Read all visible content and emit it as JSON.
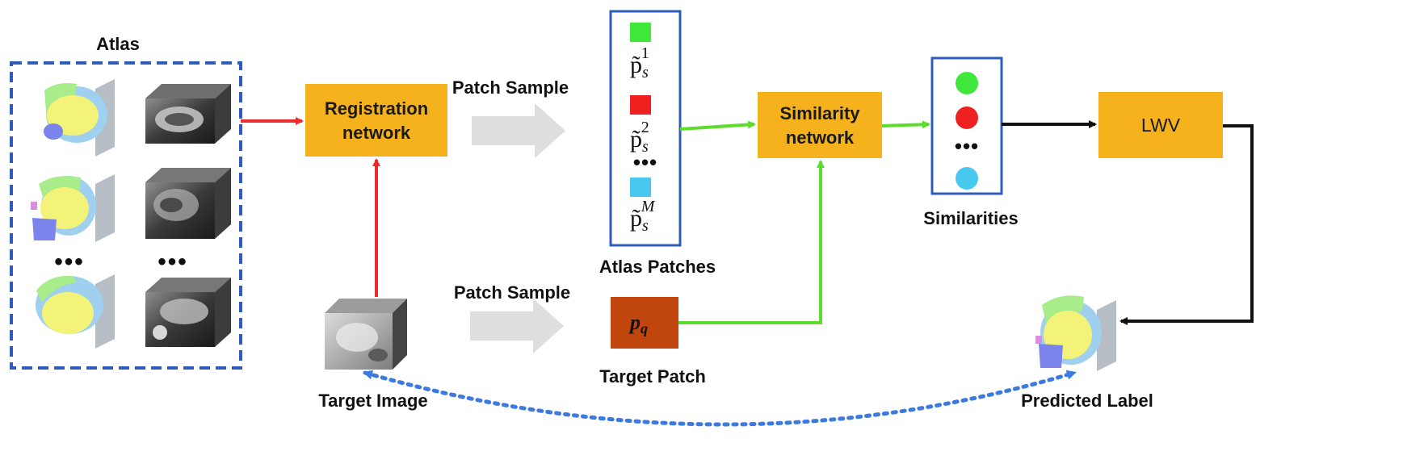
{
  "labels": {
    "atlas": "Atlas",
    "target_image": "Target Image",
    "patch_sample_top": "Patch Sample",
    "patch_sample_bottom": "Patch Sample",
    "atlas_patches": "Atlas Patches",
    "target_patch": "Target Patch",
    "similarities": "Similarities",
    "predicted_label": "Predicted Label"
  },
  "boxes": {
    "registration_line1": "Registration",
    "registration_line2": "network",
    "similarity_line1": "Similarity",
    "similarity_line2": "network",
    "lwv": "LWV"
  },
  "patches": {
    "p1_base": "p̃",
    "p1_sub": "s",
    "p1_sup": "1",
    "p2_base": "p̃",
    "p2_sub": "s",
    "p2_sup": "2",
    "pm_base": "p̃",
    "pm_sub": "s",
    "pm_sup": "M",
    "target_base": "p",
    "target_sub": "q",
    "ellipsis": "•••"
  },
  "atlas_ellipsis": "•••",
  "colors": {
    "box_orange": "#f5b21c",
    "target_patch": "#c0460e",
    "frame_blue": "#2e5cb8",
    "arrow_red": "#ee2b2b",
    "arrow_green": "#5cdc2c",
    "arrow_black": "#111111",
    "arrow_dotted": "#3c7ae0",
    "patch_green": "#3fe83a",
    "patch_red": "#ee2020",
    "patch_cyan": "#48c8ee",
    "big_arrow_gray": "#dedede"
  }
}
